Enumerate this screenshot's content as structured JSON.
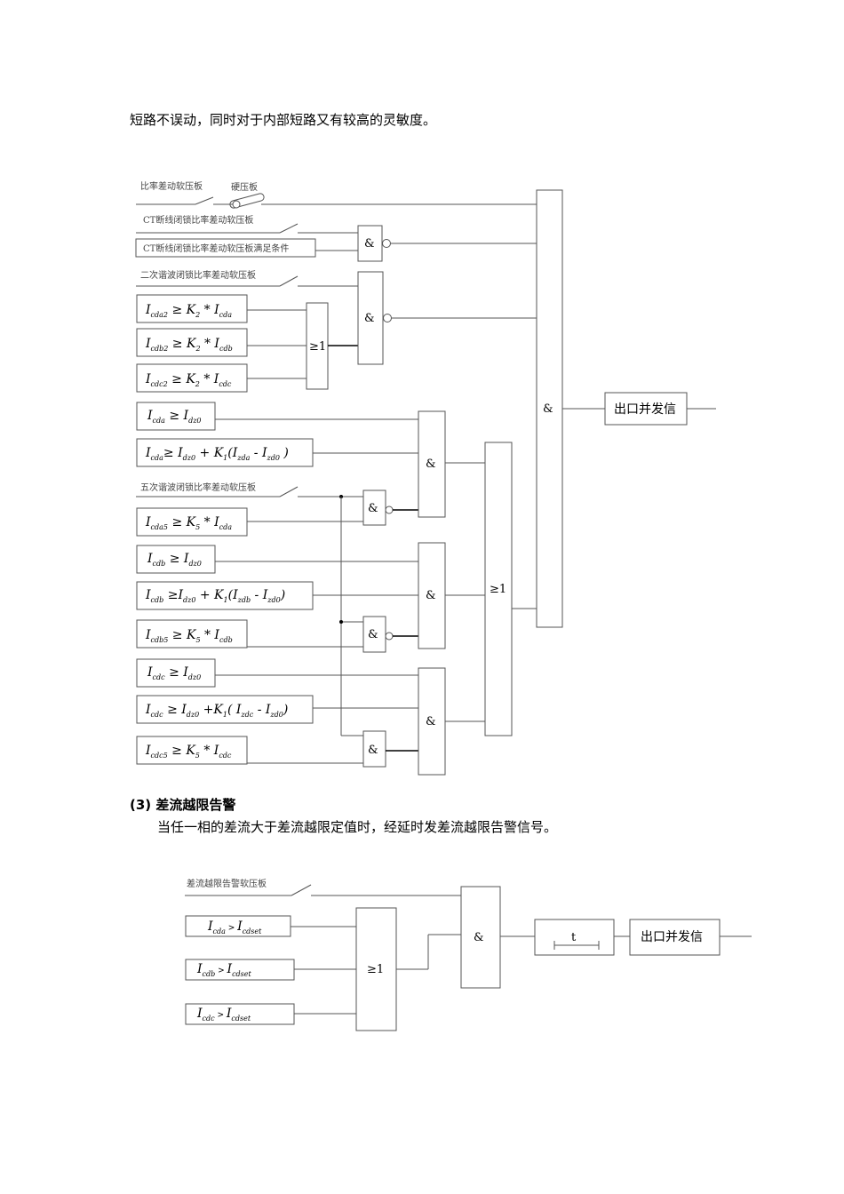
{
  "intro_text": "短路不误动，同时对于内部短路又有较高的灵敏度。",
  "diagram1": {
    "switches": {
      "ratio_diff_plate": "比率差动软压板",
      "hard_plate": "硬压板",
      "ct_block_plate": "CT断线闭锁比率差动软压板",
      "ct_block_condition": "CT断线闭锁比率差动软压板满足条件",
      "h2_block_plate": "二次谐波闭锁比率差动软压板",
      "h5_block_plate": "五次谐波闭锁比率差动软压板"
    },
    "gates": {
      "and": "&",
      "or": "≥1"
    },
    "output": "出口并发信"
  },
  "section": {
    "heading": "(3)  差流越限告警",
    "body": "当任一相的差流大于差流越限定值时，经延时发差流越限告警信号。"
  },
  "diagram2": {
    "plate": "差流越限告警软压板",
    "timer": "t",
    "output": "出口并发信"
  }
}
